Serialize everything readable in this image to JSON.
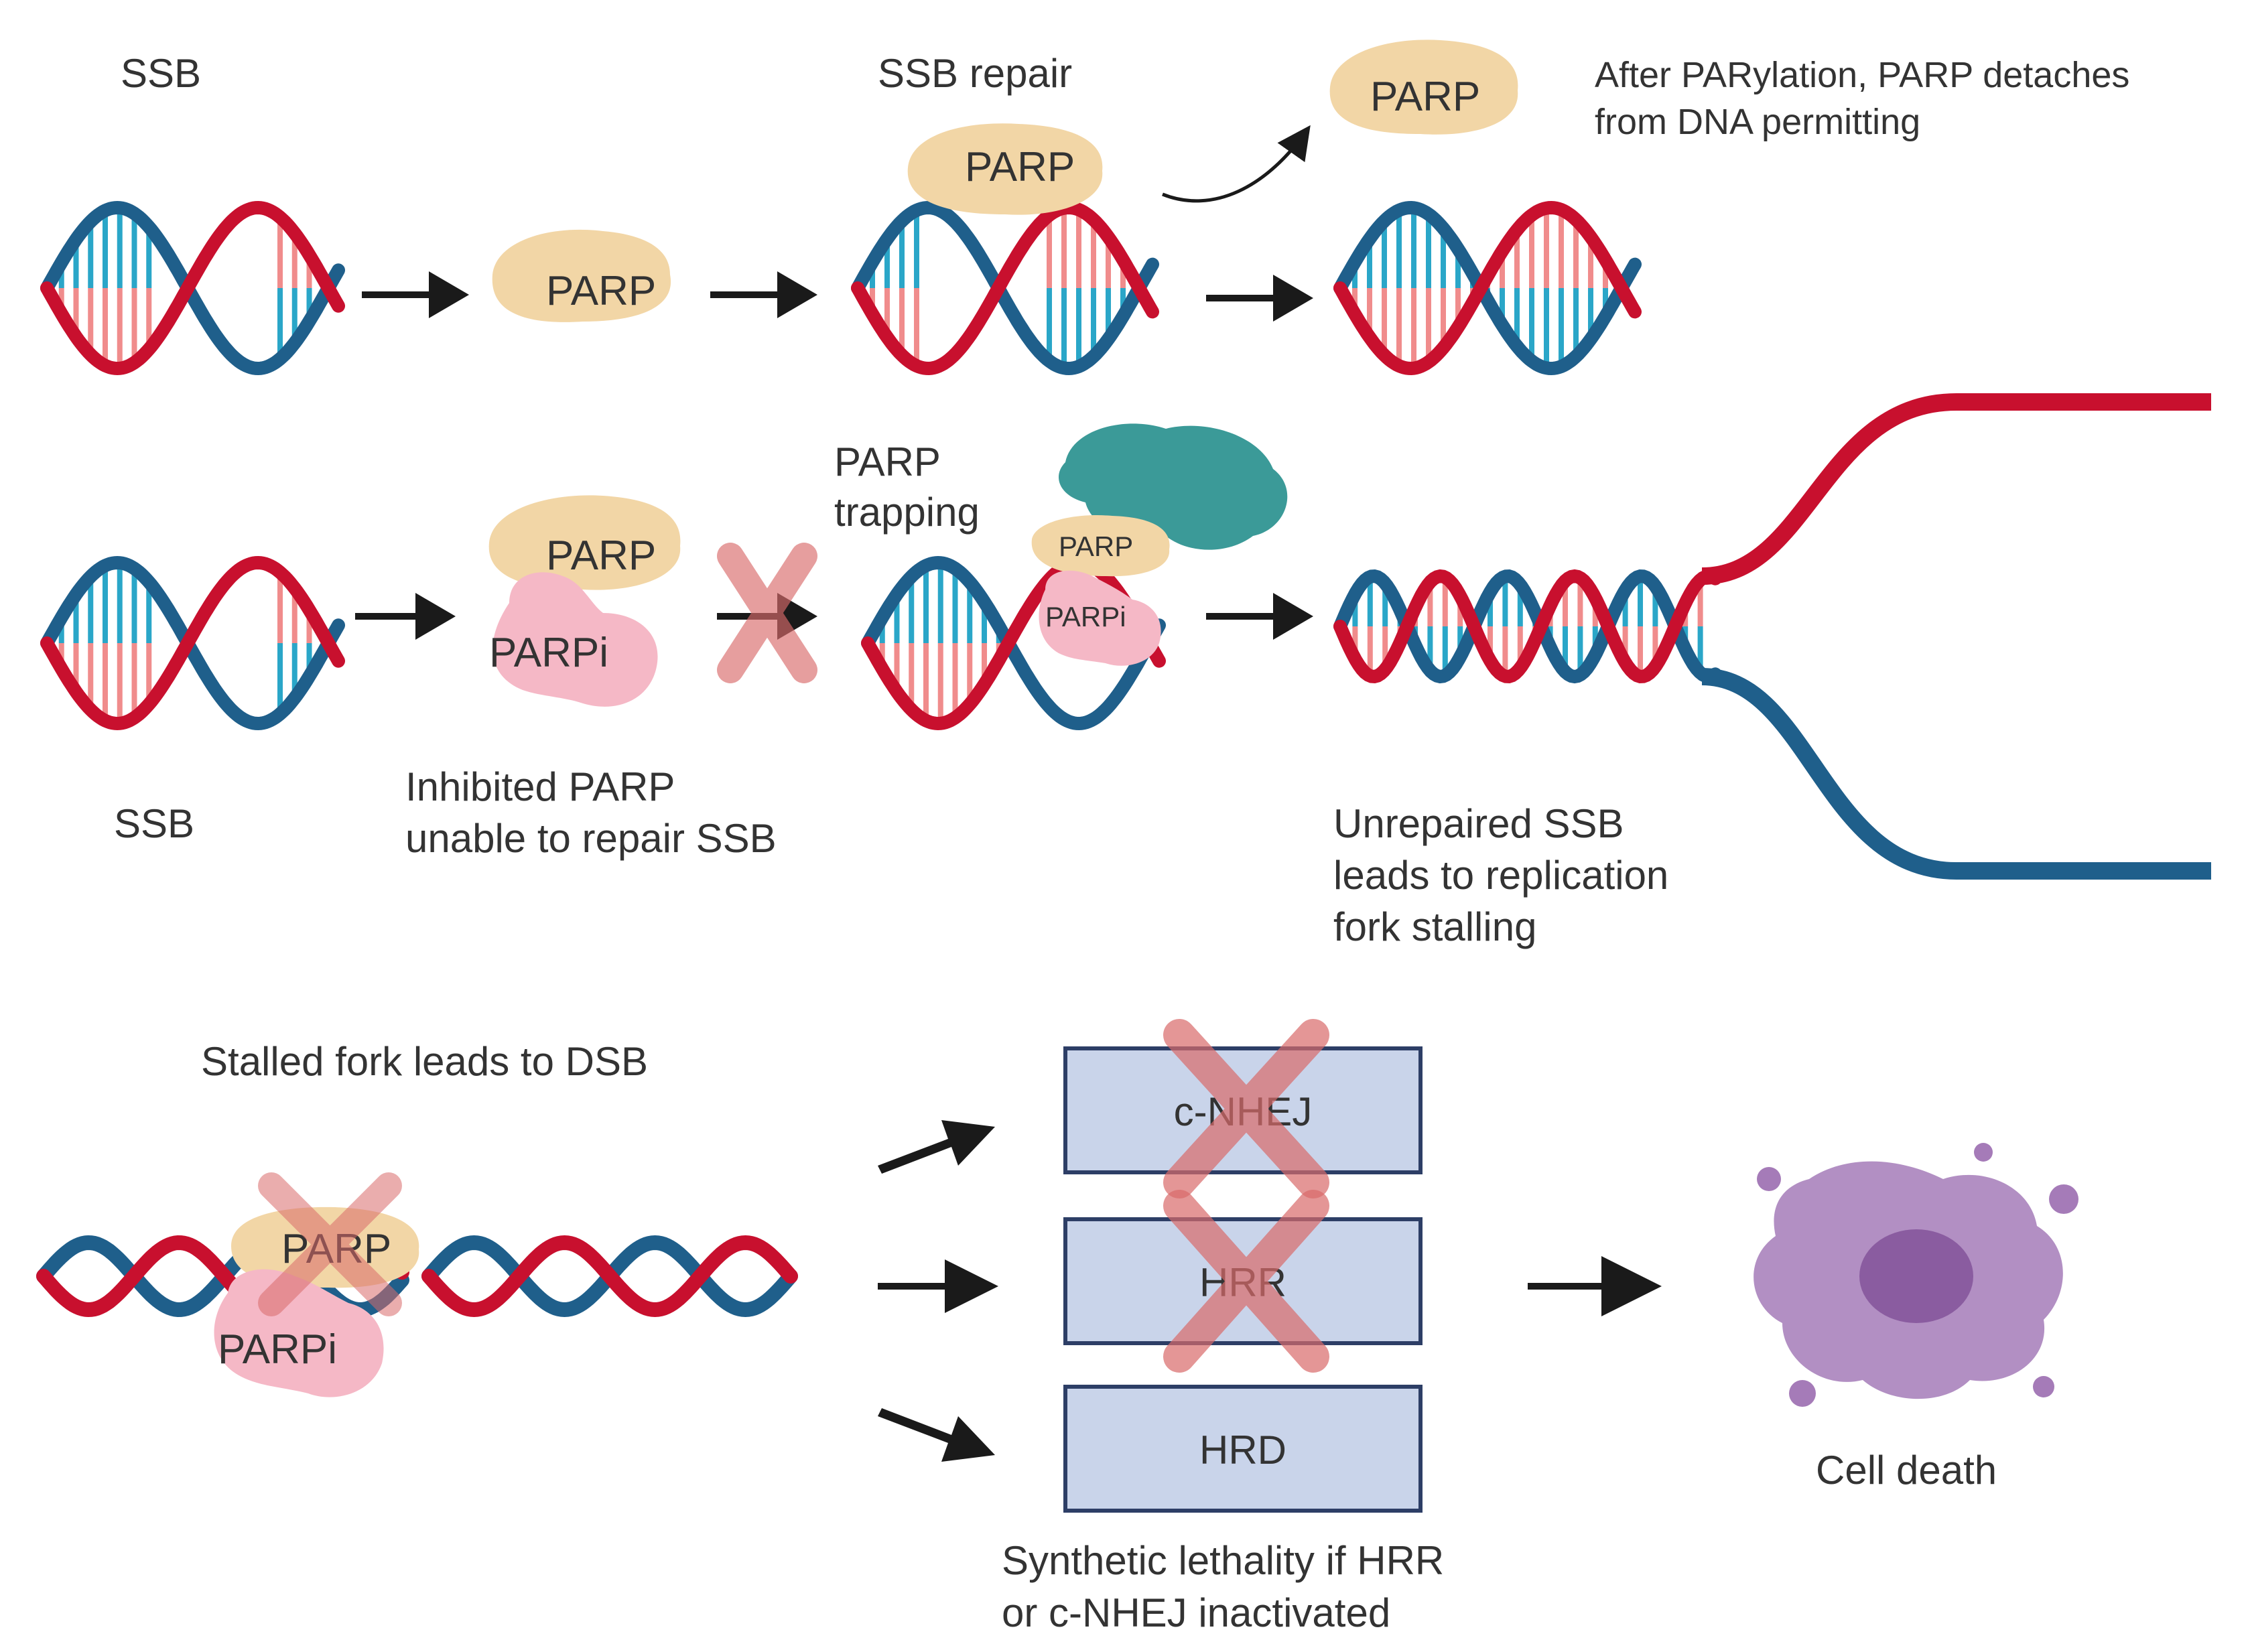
{
  "labels": {
    "ssb_top": "SSB",
    "ssb_repair": "SSB repair",
    "parylation_note_1": "After PARylation, PARP detaches",
    "parylation_note_2": "from DNA permitting",
    "parp_trapping_1": "PARP",
    "parp_trapping_2": "trapping",
    "ssb_mid": "SSB",
    "inhibited_1": "Inhibited PARP",
    "inhibited_2": "unable to repair SSB",
    "unrepaired_1": "Unrepaired SSB",
    "unrepaired_2": "leads to replication",
    "unrepaired_3": "fork stalling",
    "stalled": "Stalled fork leads to DSB",
    "synthetic_1": "Synthetic lethality if HRR",
    "synthetic_2": "or c-NHEJ inactivated",
    "cell_death": "Cell death"
  },
  "proteins": {
    "parp": "PARP",
    "parpi": "PARPi"
  },
  "pathways": [
    "c-NHEJ",
    "HRR",
    "HRD"
  ],
  "colors": {
    "red_strand": "#c8102e",
    "blue_strand": "#1f5f8b",
    "rung_pink": "#f08c8c",
    "rung_cyan": "#2aa6c8",
    "parp_fill": "#f2d6a6",
    "parpi_fill": "#f5b8c6",
    "pathway_fill": "#c9d4ea",
    "pathway_border": "#2d3e66",
    "x_mark": "#d96b6b",
    "cell": "#a57bb8",
    "complex": "#3b9a98",
    "arrow": "#1a1a1a"
  }
}
